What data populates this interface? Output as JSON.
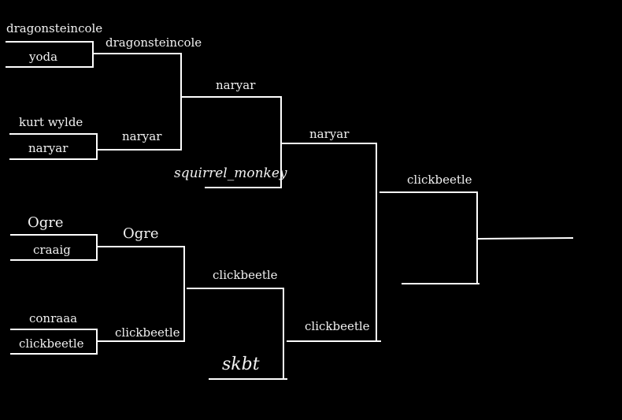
{
  "colors": {
    "background": "#000000",
    "line": "#ffffff",
    "text": "#f2f2f2"
  },
  "round1": {
    "m1": {
      "top": "dragonsteincole",
      "bottom": "yoda"
    },
    "m2": {
      "top": "kurt wylde",
      "bottom": "naryar"
    },
    "m3": {
      "top": "Ogre",
      "bottom": "craaig"
    },
    "m4": {
      "top": "conraaa",
      "bottom": "clickbeetle"
    }
  },
  "round2": {
    "w1": "dragonsteincole",
    "w2": "naryar",
    "w3": "Ogre",
    "w4": "clickbeetle"
  },
  "round3": {
    "a_top": "naryar",
    "a_bottom": "squirrel_monkey",
    "b_top": "clickbeetle",
    "b_bottom": "skbt"
  },
  "semifinal": {
    "top": "naryar",
    "bottom": "clickbeetle"
  },
  "final": {
    "top": "clickbeetle",
    "bottom": ""
  },
  "champion": ""
}
